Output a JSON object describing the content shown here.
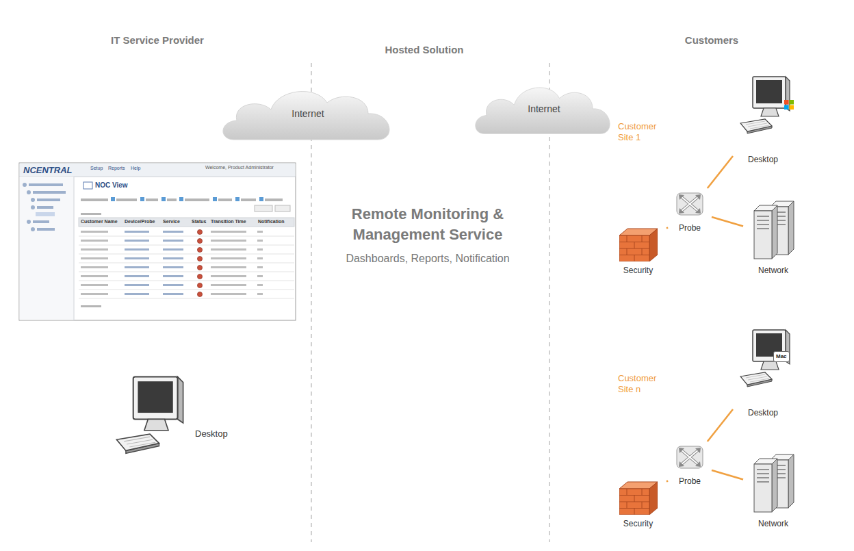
{
  "diagram": {
    "nodes": [
      {
        "text": [
          "Internet"
        ]
      },
      {
        "text": [
          "Internet"
        ]
      },
      {
        "text": [
          "Customer Site 1"
        ]
      },
      {
        "text": [
          "Desktop"
        ],
        "in": 2
      },
      {
        "text": [
          "Probe"
        ],
        "in": 2
      },
      {
        "text": [
          "Security"
        ],
        "in": 2
      },
      {
        "text": [
          "Network"
        ],
        "in": 2
      },
      {
        "text": [
          "Customer Site n"
        ]
      },
      {
        "text": [
          "Desktop"
        ],
        "in": 7
      },
      {
        "text": [
          "Probe"
        ],
        "in": 7
      },
      {
        "text": [
          "Security"
        ],
        "in": 7
      },
      {
        "text": [
          "Network"
        ],
        "in": 7
      },
      {
        "text": [
          "Desktop"
        ]
      }
    ],
    "edges": [
      {
        "from": 4,
        "to": 3,
        "arrow": "none"
      },
      {
        "from": 4,
        "to": 5,
        "arrow": "none"
      },
      {
        "from": 4,
        "to": 6,
        "arrow": "none"
      },
      {
        "from": 9,
        "to": 8,
        "arrow": "none"
      },
      {
        "from": 9,
        "to": 10,
        "arrow": "none"
      },
      {
        "from": 9,
        "to": 11,
        "arrow": "none"
      }
    ],
    "labels": [
      "IT Service Provider",
      "Hosted Solution",
      "Customers",
      "NCENTRAL",
      "NOC View",
      "Customer Name",
      "Device/Probe",
      "Service",
      "Status",
      "Transition Time",
      "Notification",
      "Remote Monitoring & Management Service",
      "Dashboards, Reports, Notification",
      "Mac",
      "Setup",
      "Reports",
      "Help",
      "Welcome, Product Administrator"
    ]
  }
}
